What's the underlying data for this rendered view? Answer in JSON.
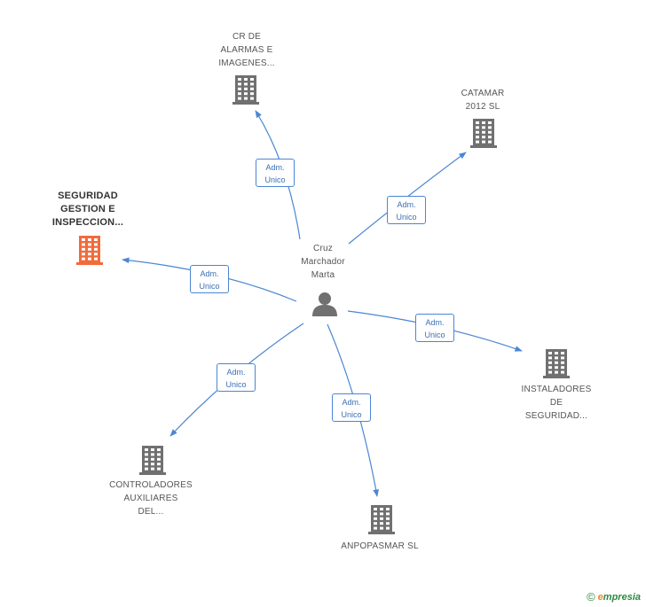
{
  "center": {
    "lines": [
      "Cruz",
      "Marchador",
      "Marta"
    ]
  },
  "companies": [
    {
      "id": "cr",
      "lines": [
        "CR DE",
        "ALARMAS E",
        "IMAGENES..."
      ],
      "highlight": false
    },
    {
      "id": "catamar",
      "lines": [
        "CATAMAR",
        "2012 SL"
      ],
      "highlight": false
    },
    {
      "id": "seguridad",
      "lines": [
        "SEGURIDAD",
        "GESTION E",
        "INSPECCION..."
      ],
      "highlight": true
    },
    {
      "id": "instaladores",
      "lines": [
        "INSTALADORES",
        "DE",
        "SEGURIDAD..."
      ],
      "highlight": false
    },
    {
      "id": "controladores",
      "lines": [
        "CONTROLADORES",
        "AUXILIARES",
        "DEL..."
      ],
      "highlight": false
    },
    {
      "id": "anpopasmar",
      "lines": [
        "ANPOPASMAR SL"
      ],
      "highlight": false
    }
  ],
  "edges": [
    {
      "to": "cr",
      "role": [
        "Adm.",
        "Unico"
      ]
    },
    {
      "to": "catamar",
      "role": [
        "Adm.",
        "Unico"
      ]
    },
    {
      "to": "seguridad",
      "role": [
        "Adm.",
        "Unico"
      ]
    },
    {
      "to": "instaladores",
      "role": [
        "Adm.",
        "Unico"
      ]
    },
    {
      "to": "controladores",
      "role": [
        "Adm.",
        "Unico"
      ]
    },
    {
      "to": "anpopasmar",
      "role": [
        "Adm.",
        "Unico"
      ]
    }
  ],
  "colors": {
    "edge": "#4a86d4",
    "building": "#707070",
    "highlight": "#f26b3a",
    "text": "#555555"
  },
  "footer": {
    "copyright": "©",
    "brand_initial": "e",
    "brand_rest": "mpresia"
  }
}
